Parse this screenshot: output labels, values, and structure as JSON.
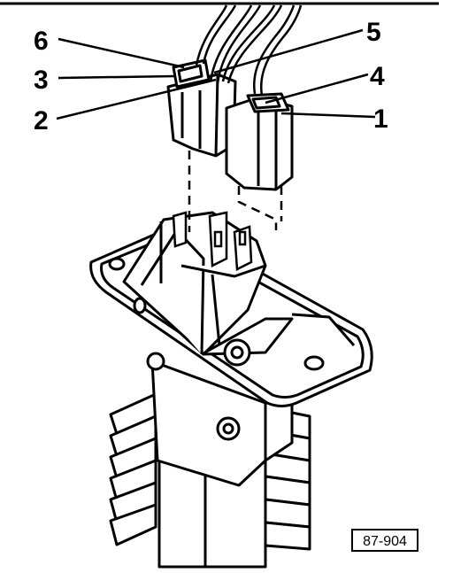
{
  "figure": {
    "callouts": [
      {
        "id": "6",
        "label": "6"
      },
      {
        "id": "3",
        "label": "3"
      },
      {
        "id": "2",
        "label": "2"
      },
      {
        "id": "5",
        "label": "5"
      },
      {
        "id": "4",
        "label": "4"
      },
      {
        "id": "1",
        "label": "1"
      }
    ],
    "reference_code": "87-904"
  }
}
